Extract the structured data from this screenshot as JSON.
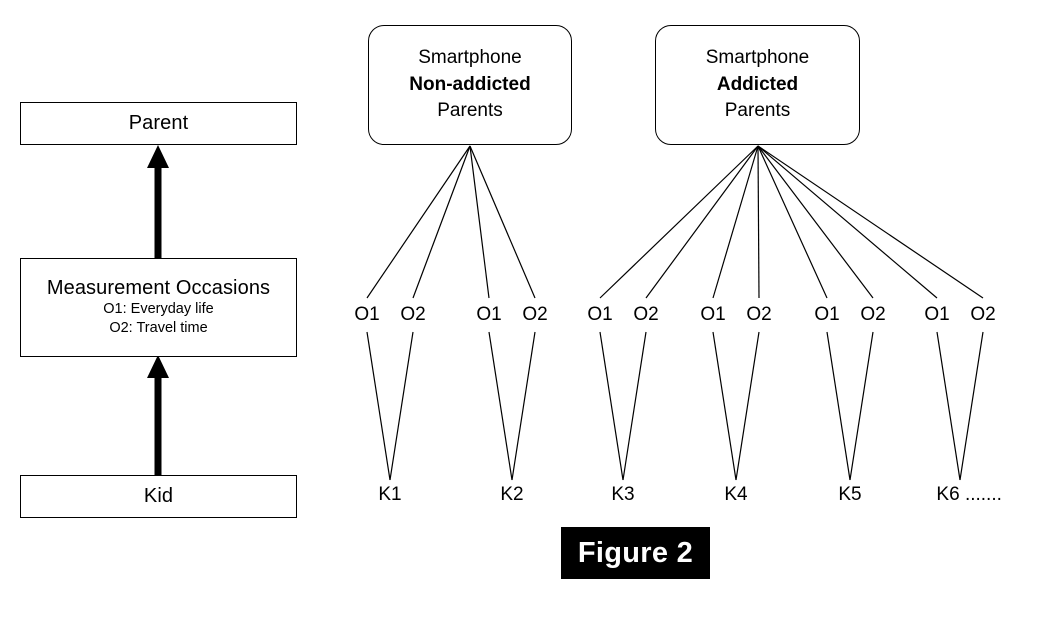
{
  "figure": {
    "caption": "Figure 2"
  },
  "legend": {
    "levels": [
      {
        "name": "parent",
        "title": "Parent",
        "sub": []
      },
      {
        "name": "measurement-occasions",
        "title": "Measurement Occasions",
        "sub": [
          "O1: Everyday life",
          "O2: Travel time"
        ]
      },
      {
        "name": "kid",
        "title": "Kid",
        "sub": []
      }
    ],
    "arrow_up_1": "arrow-up",
    "arrow_up_2": "arrow-up"
  },
  "groups": [
    {
      "id": "non-addicted",
      "line1": "Smartphone",
      "line2": "Non-addicted",
      "line3": "Parents",
      "kids": [
        "K1",
        "K2"
      ],
      "occasions": [
        "O1",
        "O2",
        "O1",
        "O2"
      ]
    },
    {
      "id": "addicted",
      "line1": "Smartphone",
      "line2": "Addicted",
      "line3": "Parents",
      "kids": [
        "K3",
        "K4",
        "K5",
        "K6 ......."
      ],
      "occasions": [
        "O1",
        "O2",
        "O1",
        "O2",
        "O1",
        "O2",
        "O1",
        "O2"
      ]
    }
  ],
  "occasion_labels": [
    "O1",
    "O2",
    "O1",
    "O2",
    "O1",
    "O2",
    "O1",
    "O2",
    "O1",
    "O2",
    "O1",
    "O2"
  ],
  "kid_labels": [
    "K1",
    "K2",
    "K3",
    "K4",
    "K5",
    "K6 ......."
  ],
  "colors": {
    "stroke": "#000000",
    "background": "#ffffff",
    "caption_bg": "#000000",
    "caption_fg": "#ffffff"
  }
}
